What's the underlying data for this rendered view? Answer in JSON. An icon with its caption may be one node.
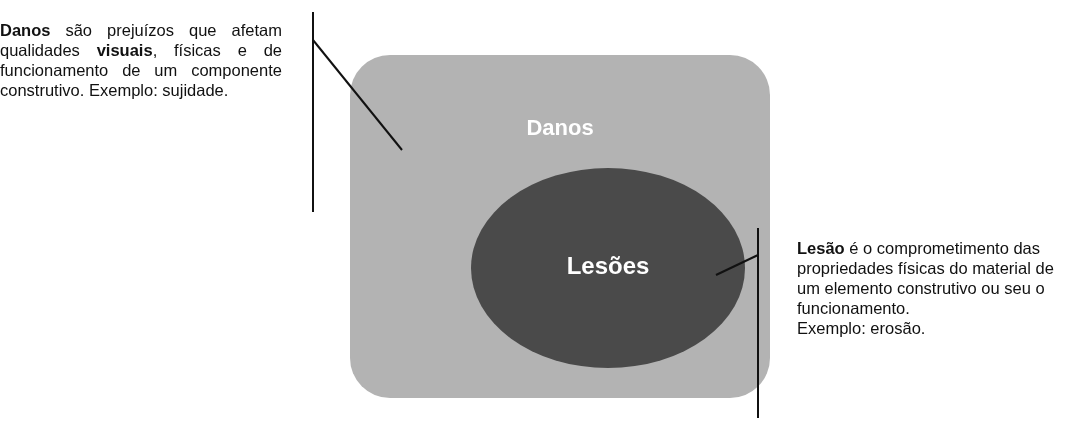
{
  "diagram": {
    "nodes": [
      {
        "text": [
          "Danos"
        ]
      },
      {
        "text": [
          "Lesões"
        ],
        "in": 0
      },
      {
        "text": [
          "**Danos** são prejuízos que afetam qualidades **visuais**, físicas e de funcionamento de um componente construtivo. Exemplo: sujidade."
        ]
      },
      {
        "text": [
          "**Lesão** é o comprometimento das propriedades físicas do material de um elemento construtivo ou seu o funcionamento.",
          "Exemplo: erosão."
        ]
      }
    ],
    "edges": [
      {
        "from": 2,
        "to": 0,
        "arrow": "none"
      },
      {
        "from": 3,
        "to": 1,
        "arrow": "none"
      }
    ]
  }
}
